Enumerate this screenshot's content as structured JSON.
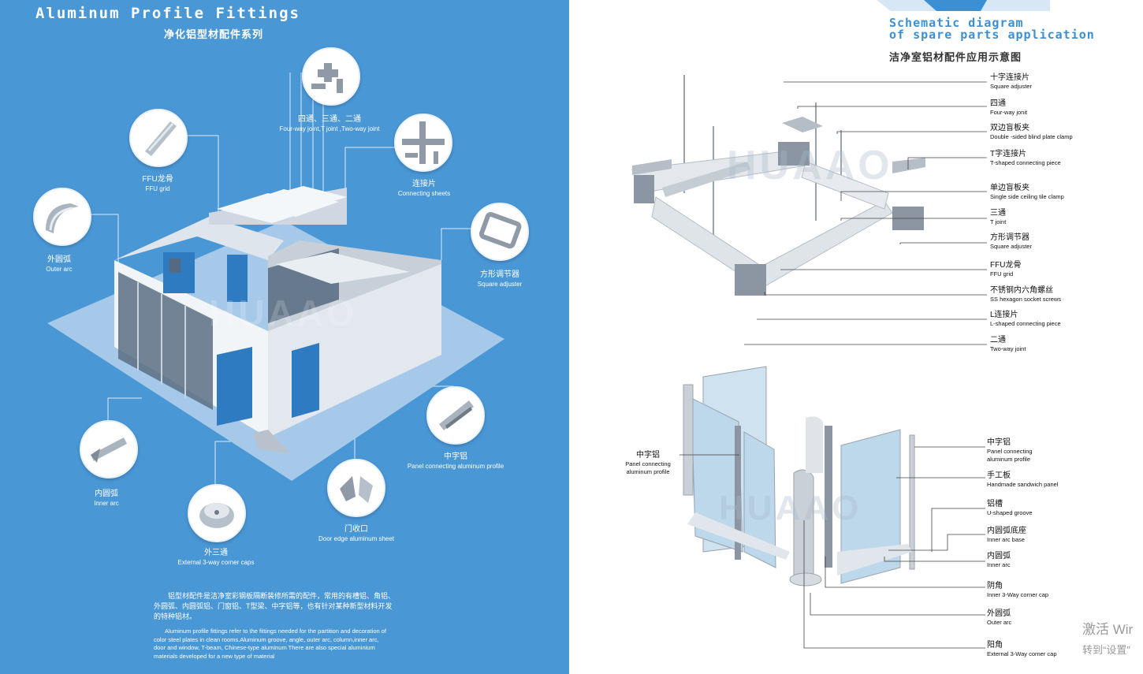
{
  "left": {
    "title_en": "Aluminum Profile Fittings",
    "title_cn": "净化铝型材配件系列",
    "parts": [
      {
        "cn": "四通、三通、二通",
        "en": "Four-way joint,T joint ,Two-way joint"
      },
      {
        "cn": "FFU龙骨",
        "en": "FFU grid"
      },
      {
        "cn": "连接片",
        "en": "Connecting sheets"
      },
      {
        "cn": "外圆弧",
        "en": "Outer arc"
      },
      {
        "cn": "方形调节器",
        "en": "Square adjuster"
      },
      {
        "cn": "中字铝",
        "en": "Panel connecting aluminum profile"
      },
      {
        "cn": "内圆弧",
        "en": "Inner arc"
      },
      {
        "cn": "门收口",
        "en": "Door edge aluminum sheet"
      },
      {
        "cn": "外三通",
        "en": "External 3-way corner caps"
      }
    ],
    "watermark": "HUAAO",
    "desc_cn_1": "铝型材配件是洁净室彩钢板隔断装修所需的配件，常用的有槽铝、角铝、",
    "desc_cn_2": "外圆弧、内圆弧铝、门窗铝、T型梁、中字铝等，也有针对某种新型材料开发",
    "desc_cn_3": "的特种铝材。",
    "desc_en_1": "Aluminum profile fittings refer to the fittings needed for the partition and decoration of",
    "desc_en_2": "color steel plates in clean rooms.Aluminum groove, angle, outer arc, column,inner arc,",
    "desc_en_3": "door and window, T-beam, Chinese-type aluminum There are also special aluminium",
    "desc_en_4": "materials developed for a new type of material"
  },
  "right": {
    "title_line1": "Schematic diagram",
    "title_line2": "of spare parts application",
    "title_cn": "洁净室铝材配件应用示意图",
    "watermark": "HUAAO",
    "top_legend": [
      {
        "cn": "十字连接片",
        "en": "Square adjuster"
      },
      {
        "cn": "四通",
        "en": "Four-way jonit"
      },
      {
        "cn": "双边盲板夹",
        "en": "Double -sided blind plate clamp"
      },
      {
        "cn": "T字连接片",
        "en": "T-shaped connecting piece"
      },
      {
        "cn": "单边盲板夹",
        "en": "Single side ceiling tile clamp"
      },
      {
        "cn": "三通",
        "en": "T joint"
      },
      {
        "cn": "方形调节器",
        "en": "Square adjuster"
      },
      {
        "cn": "FFU龙骨",
        "en": "FFU grid"
      },
      {
        "cn": "不锈钢内六角螺丝",
        "en": "SS hexagon socket screws"
      },
      {
        "cn": "L连接片",
        "en": "L-shaped connecting piece"
      },
      {
        "cn": "二通",
        "en": "Two-way joint"
      }
    ],
    "side_label": {
      "cn": "中字铝",
      "en_1": "Panel connecting",
      "en_2": "aluminum profile"
    },
    "bottom_legend": [
      {
        "cn": "中字铝",
        "en": "Panel connecting aluminum profile"
      },
      {
        "cn": "手工板",
        "en": "Handmade sandwich panel"
      },
      {
        "cn": "铝槽",
        "en": "U-shaped groove"
      },
      {
        "cn": "内圆弧底座",
        "en": "Inner arc base"
      },
      {
        "cn": "内圆弧",
        "en": "Inner arc"
      },
      {
        "cn": "阴角",
        "en": "Inner 3-Way corner cap"
      },
      {
        "cn": "外圆弧",
        "en": "Outer arc"
      },
      {
        "cn": "阳角",
        "en": "External 3-Way corner cap"
      }
    ],
    "os_watermark_1": "激活 Wir",
    "os_watermark_2": "转到“设置”"
  }
}
